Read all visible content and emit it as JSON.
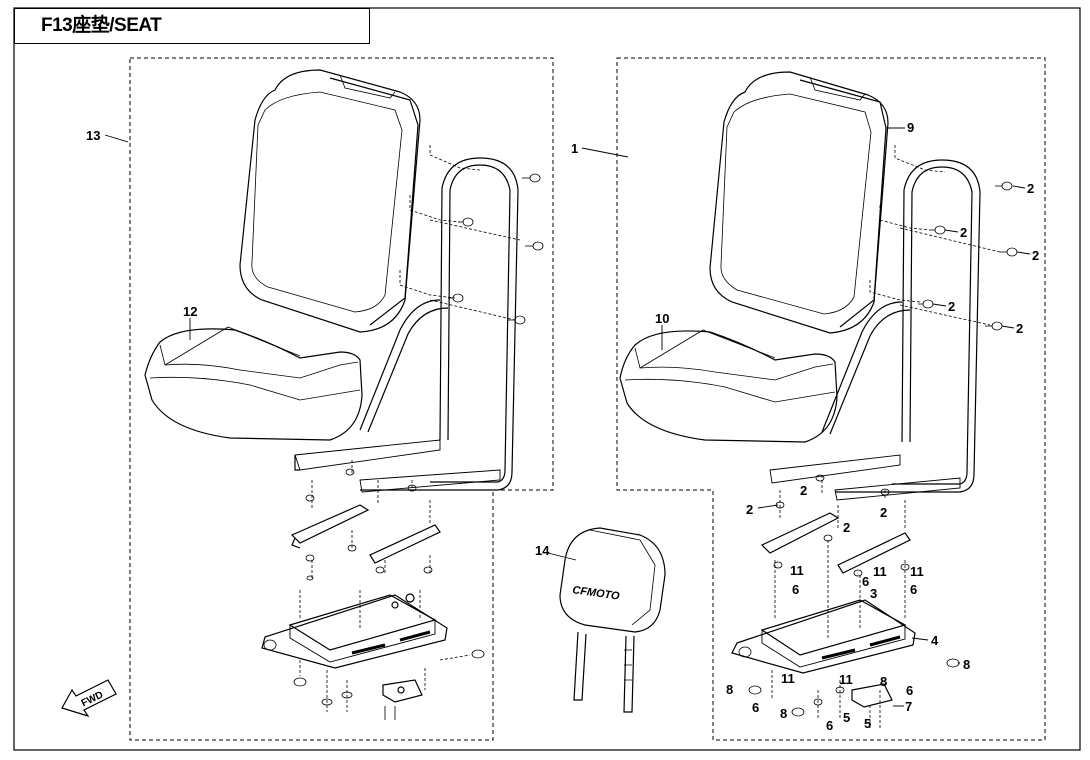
{
  "title": "F13座垫/SEAT",
  "fwd_label": "FWD",
  "headrest_logo": "CFMOTO",
  "callouts": {
    "c13": "13",
    "c12": "12",
    "c1": "1",
    "c9": "9",
    "c10": "10",
    "c14": "14",
    "c2a": "2",
    "c2b": "2",
    "c2c": "2",
    "c2d": "2",
    "c2e": "2",
    "c2f": "2",
    "c2g": "2",
    "c2h": "2",
    "c2i": "2",
    "c11a": "11",
    "c11b": "11",
    "c11c": "11",
    "c11d": "11",
    "c6a": "6",
    "c6b": "6",
    "c6c": "6",
    "c6d": "6",
    "c6e": "6",
    "c6f": "6",
    "c3": "3",
    "c4": "4",
    "c8a": "8",
    "c8b": "8",
    "c8c": "8",
    "c8d": "8",
    "c5a": "5",
    "c5b": "5",
    "c7": "7"
  },
  "colors": {
    "line": "#000000",
    "background": "#ffffff"
  }
}
